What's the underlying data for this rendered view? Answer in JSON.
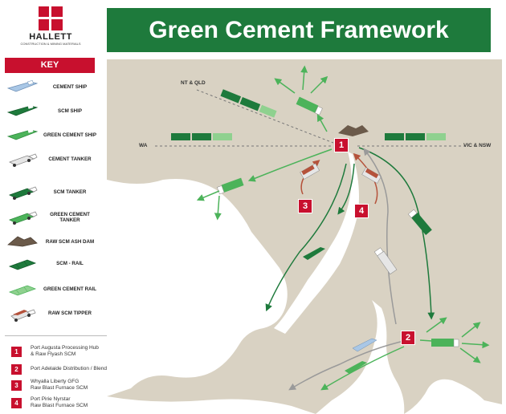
{
  "header": {
    "title": "Green Cement Framework"
  },
  "brand": {
    "name": "HALLETT",
    "tagline": "CONSTRUCTION & MINING MATERIALS"
  },
  "key": {
    "title": "KEY",
    "items": [
      {
        "label": "CEMENT SHIP",
        "icon": "cement-ship-icon",
        "color": "#a9c7e6"
      },
      {
        "label": "SCM SHIP",
        "icon": "scm-ship-icon",
        "color": "#1e7a3c"
      },
      {
        "label": "GREEN CEMENT SHIP",
        "icon": "green-cement-ship-icon",
        "color": "#4cb35a"
      },
      {
        "label": "CEMENT TANKER",
        "icon": "cement-tanker-icon",
        "color": "#d9d9d9"
      },
      {
        "label": "SCM TANKER",
        "icon": "scm-tanker-icon",
        "color": "#1e7a3c"
      },
      {
        "label": "GREEN CEMENT TANKER",
        "icon": "green-cement-tanker-icon",
        "color": "#4cb35a"
      },
      {
        "label": "RAW SCM ASH DAM",
        "icon": "ash-dam-icon",
        "color": "#6b5a4a"
      },
      {
        "label": "SCM - RAIL",
        "icon": "scm-rail-icon",
        "color": "#1e7a3c"
      },
      {
        "label": "GREEN CEMENT RAIL",
        "icon": "green-cement-rail-icon",
        "color": "#6cc26f"
      },
      {
        "label": "RAW SCM TIPPER",
        "icon": "raw-scm-tipper-icon",
        "color": "#b5523b"
      }
    ]
  },
  "legend": [
    {
      "num": "1",
      "line1": "Port Augusta Processing Hub",
      "line2": "& Raw Flyash SCM"
    },
    {
      "num": "2",
      "line1": "Port Adelaide Distribution / Blending Hub",
      "line2": ""
    },
    {
      "num": "3",
      "line1": "Whyalla Liberty GFG",
      "line2": "Raw Blast Furnace SCM"
    },
    {
      "num": "4",
      "line1": "Port Pirie Nyrstar",
      "line2": "Raw Blast Furnace SCM"
    }
  ],
  "map": {
    "labels": {
      "nt_qld": "NT & QLD",
      "wa": "WA",
      "vic_nsw": "VIC & NSW"
    },
    "hubs": [
      "1",
      "2",
      "3",
      "4"
    ]
  },
  "colors": {
    "header": "#1e7a3c",
    "accent": "#c8102e",
    "land": "#d9d2c3",
    "sea": "#ffffff",
    "dark_green": "#1e7a3c",
    "light_green": "#4cb35a",
    "grey_route": "#9a9a9a",
    "raw_route": "#b5523b"
  }
}
